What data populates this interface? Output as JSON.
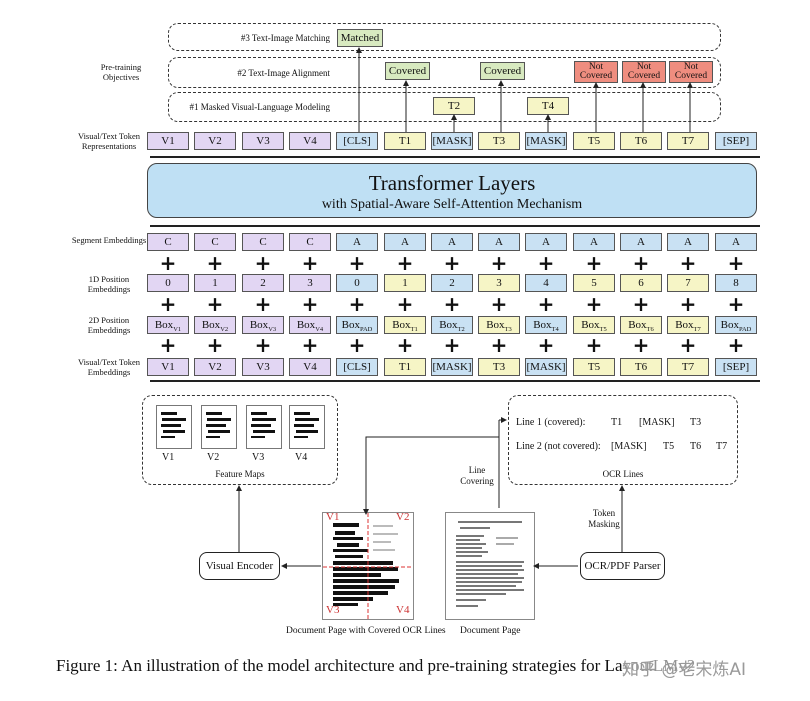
{
  "colors": {
    "purple": "#e2d6f3",
    "blue": "#c9e1f3",
    "yellow": "#f6f5c6",
    "green": "#d8eac0",
    "red": "#ef8d7f",
    "transformer": "#bfe0f4"
  },
  "objectives": {
    "group_label": "Pre-training Objectives",
    "obj3": "#3 Text-Image Matching",
    "obj2": "#2 Text-Image Alignment",
    "obj1": "#1 Masked Visual-Language Modeling",
    "matched": "Matched",
    "covered": [
      "Covered",
      "Covered"
    ],
    "not_covered": [
      "Not Covered",
      "Not Covered",
      "Not Covered"
    ],
    "predictions": [
      "T2",
      "T4"
    ]
  },
  "row_labels": {
    "token_repr": "Visual/Text Token Representations",
    "segment": "Segment Embeddings",
    "pos1d": "1D Position Embeddings",
    "pos2d": "2D Position Embeddings",
    "token_emb": "Visual/Text Token Embeddings"
  },
  "tokens": [
    "V1",
    "V2",
    "V3",
    "V4",
    "[CLS]",
    "T1",
    "[MASK]",
    "T3",
    "[MASK]",
    "T5",
    "T6",
    "T7",
    "[SEP]"
  ],
  "token_colors": [
    "purple",
    "purple",
    "purple",
    "purple",
    "blue",
    "yellow",
    "blue",
    "yellow",
    "blue",
    "yellow",
    "yellow",
    "yellow",
    "blue"
  ],
  "segments": [
    "C",
    "C",
    "C",
    "C",
    "A",
    "A",
    "A",
    "A",
    "A",
    "A",
    "A",
    "A",
    "A"
  ],
  "positions_1d": [
    "0",
    "1",
    "2",
    "3",
    "0",
    "1",
    "2",
    "3",
    "4",
    "5",
    "6",
    "7",
    "8"
  ],
  "positions_2d": [
    {
      "base": "Box",
      "sub": "V1"
    },
    {
      "base": "Box",
      "sub": "V2"
    },
    {
      "base": "Box",
      "sub": "V3"
    },
    {
      "base": "Box",
      "sub": "V4"
    },
    {
      "base": "Box",
      "sub": "PAD"
    },
    {
      "base": "Box",
      "sub": "T1"
    },
    {
      "base": "Box",
      "sub": "T2"
    },
    {
      "base": "Box",
      "sub": "T3"
    },
    {
      "base": "Box",
      "sub": "T4"
    },
    {
      "base": "Box",
      "sub": "T5"
    },
    {
      "base": "Box",
      "sub": "T6"
    },
    {
      "base": "Box",
      "sub": "T7"
    },
    {
      "base": "Box",
      "sub": "PAD"
    }
  ],
  "transformer": {
    "title": "Transformer Layers",
    "subtitle": "with Spatial-Aware Self-Attention Mechanism"
  },
  "bottom": {
    "feature_maps": [
      "V1",
      "V2",
      "V3",
      "V4"
    ],
    "feature_maps_label": "Feature Maps",
    "visual_encoder": "Visual Encoder",
    "ocr_parser": "OCR/PDF Parser",
    "line_covering": "Line Covering",
    "token_masking": "Token Masking",
    "ocr_lines_label": "OCR Lines",
    "line1_label": "Line 1 (covered):",
    "line1_tokens": [
      "T1",
      "[MASK]",
      "T3"
    ],
    "line2_label": "Line 2 (not covered):",
    "line2_tokens": [
      "[MASK]",
      "T5",
      "T6",
      "T7"
    ],
    "doc_covered_caption": "Document Page with Covered OCR Lines",
    "doc_caption": "Document Page",
    "quadrants": [
      "V1",
      "V2",
      "V3",
      "V4"
    ]
  },
  "caption": "Figure 1: An illustration of the model architecture and pre-training strategies for LayoutLMv2",
  "watermark": "知乎 @老宋炼AI"
}
